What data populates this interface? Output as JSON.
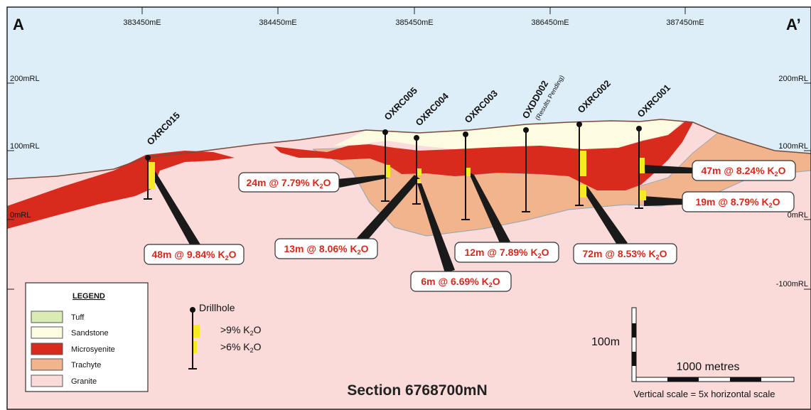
{
  "section": {
    "corner_left": "A",
    "corner_right": "A’",
    "title": "Section 6768700mN",
    "eastings": [
      "383450mE",
      "384450mE",
      "385450mE",
      "386450mE",
      "387450mE"
    ],
    "rl_left": [
      "200mRL",
      "100mRL",
      "0mRL",
      ""
    ],
    "rl_right": [
      "200mRL",
      "100mRL",
      "0mRL",
      "-100mRL"
    ]
  },
  "drillholes": [
    {
      "name": "OXRC015",
      "note": ""
    },
    {
      "name": "OXRC005",
      "note": ""
    },
    {
      "name": "OXRC004",
      "note": ""
    },
    {
      "name": "OXRC003",
      "note": ""
    },
    {
      "name": "OXDD002",
      "note": "(Results Pending)"
    },
    {
      "name": "OXRC002",
      "note": ""
    },
    {
      "name": "OXRC001",
      "note": ""
    }
  ],
  "intercepts": [
    {
      "text": "48m @ 9.84% K",
      "sub": "2",
      "tail": "O"
    },
    {
      "text": "24m @ 7.79% K",
      "sub": "2",
      "tail": "O"
    },
    {
      "text": "13m @ 8.06% K",
      "sub": "2",
      "tail": "O"
    },
    {
      "text": "6m @ 6.69% K",
      "sub": "2",
      "tail": "O"
    },
    {
      "text": "12m @ 7.89% K",
      "sub": "2",
      "tail": "O"
    },
    {
      "text": "72m @ 8.53% K",
      "sub": "2",
      "tail": "O"
    },
    {
      "text": "47m @ 8.24% K",
      "sub": "2",
      "tail": "O"
    },
    {
      "text": "19m @ 8.79% K",
      "sub": "2",
      "tail": "O"
    }
  ],
  "legend": {
    "title": "LEGEND",
    "items": [
      {
        "label": "Tuff",
        "color": "#d9ecb4"
      },
      {
        "label": "Sandstone",
        "color": "#fdfbe0"
      },
      {
        "label": "Microsyenite",
        "color": "#d92a1e"
      },
      {
        "label": "Trachyte",
        "color": "#f2b48c"
      },
      {
        "label": "Granite",
        "color": "#fbdada"
      }
    ]
  },
  "drillhole_key": {
    "title": "Drillhole",
    "high": {
      "pre": ">9% K",
      "sub": "2",
      "post": "O"
    },
    "low": {
      "pre": ">6% K",
      "sub": "2",
      "post": "O"
    }
  },
  "scale": {
    "vertical": "100m",
    "horizontal": "1000 metres",
    "note": "Vertical scale = 5x horizontal scale"
  },
  "colors": {
    "sky": "#ddeef9",
    "granite": "#fbdada",
    "trachyte": "#f2b48c",
    "microsyenite": "#d92a1e",
    "sandstone": "#fdfbe0",
    "intercept": "#f7ea1f"
  }
}
